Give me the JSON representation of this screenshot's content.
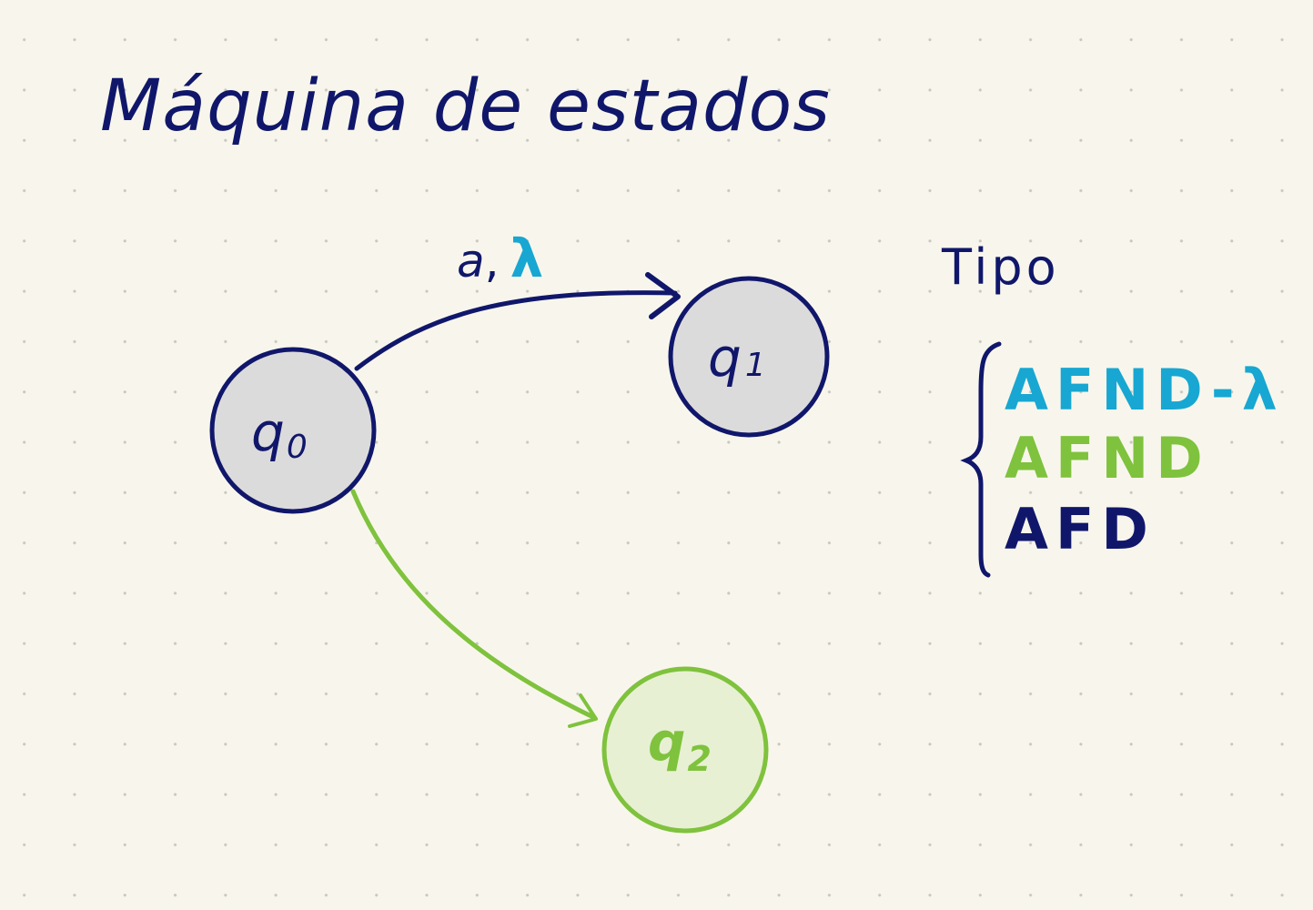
{
  "title": "Máquina de estados",
  "colors": {
    "navy": "#10176b",
    "cyan": "#17a7d2",
    "green": "#7fc23d",
    "state_fill_gray": "#dcdbdb",
    "state_fill_green": "#e8f0d3"
  },
  "edge_label": {
    "symbol": "a",
    "separator": ",",
    "lambda": "λ"
  },
  "states": [
    {
      "name": "q",
      "sub": "0"
    },
    {
      "name": "q",
      "sub": "1"
    },
    {
      "name": "q",
      "sub": "2"
    }
  ],
  "legend": {
    "title": "Tipo",
    "items": [
      {
        "label": "AFND-λ"
      },
      {
        "label": "AFND"
      },
      {
        "label": "AFD"
      }
    ]
  }
}
